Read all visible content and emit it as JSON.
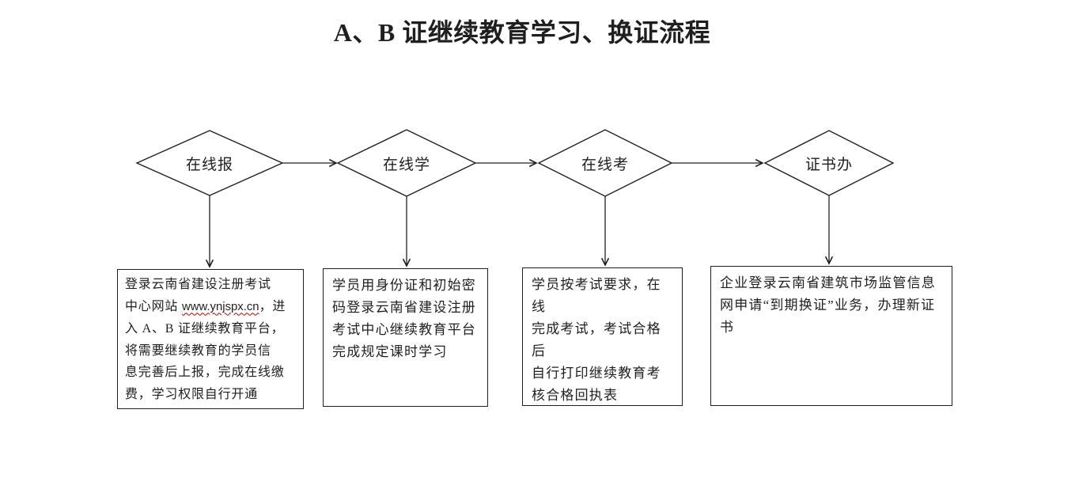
{
  "title": "A、B 证继续教育学习、换证流程",
  "colors": {
    "line": "#1f1f1f",
    "background": "#ffffff",
    "spellcheck_underline": "#c00000"
  },
  "flow": {
    "steps": [
      {
        "label": "在线报",
        "detail_before_url": "登录云南省建设注册考试\n中心网站 ",
        "url": "www.ynjspx.cn",
        "detail_after_url": "，进\n入 A、B 证继续教育平台，\n将需要继续教育的学员信\n息完善后上报，完成在线缴\n费，学习权限自行开通"
      },
      {
        "label": "在线学",
        "detail": "学员用身份证和初始密\n码登录云南省建设注册\n考试中心继续教育平台\n完成规定课时学习"
      },
      {
        "label": "在线考",
        "detail": "学员按考试要求，在线\n完成考试，考试合格后\n自行打印继续教育考\n核合格回执表"
      },
      {
        "label": "证书办",
        "detail": "企业登录云南省建筑市场监管信息\n网申请“到期换证”业务，办理新证\n书"
      }
    ]
  }
}
